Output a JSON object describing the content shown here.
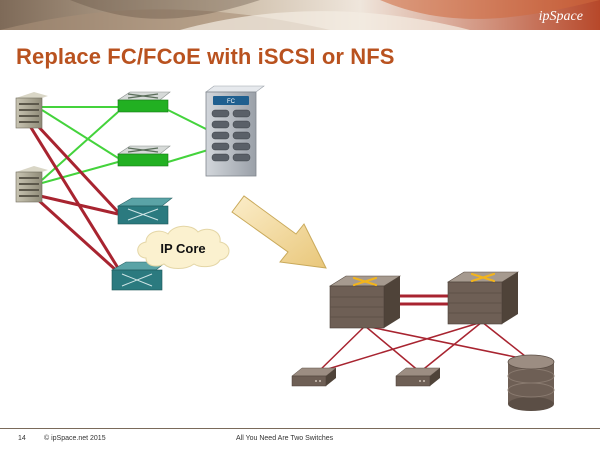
{
  "slide": {
    "title": "Replace FC/FCoE with iSCSI or NFS",
    "logo": "ipSpace"
  },
  "diagram": {
    "storage_label": "FC",
    "cloud_label": "IP Core"
  },
  "footer": {
    "page_number": "14",
    "copyright": "© ipSpace.net 2015",
    "tagline": "All You Need Are Two Switches"
  },
  "colors": {
    "title": "#b9521f",
    "lan_link": "#44d33c",
    "san_link": "#a82430",
    "fc_switch": "#22b022",
    "fcoe_switch": "#2b7a7f",
    "core_switch": "#6e5f55",
    "arrow": "#f3d89a"
  }
}
